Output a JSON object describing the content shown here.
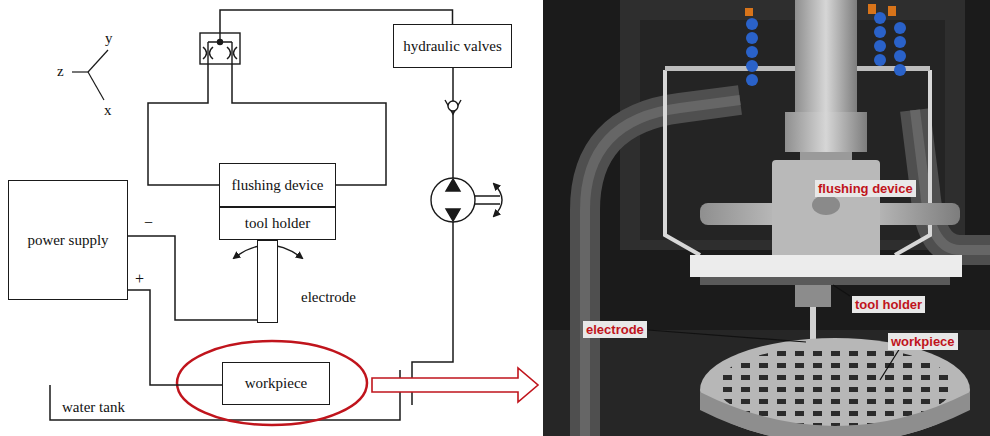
{
  "diagram": {
    "nodes": [
      {
        "text": [
          "hydraulic valves"
        ]
      },
      {
        "text": [
          "flushing device"
        ]
      },
      {
        "text": [
          "tool holder"
        ]
      },
      {
        "text": [
          "power supply"
        ]
      },
      {
        "text": [
          "electrode"
        ]
      },
      {
        "text": [
          "workpiece"
        ]
      }
    ],
    "edges": [
      {
        "from": 3,
        "to": 4,
        "label": "−",
        "arrow": "none"
      },
      {
        "from": 3,
        "to": 5,
        "label": "+",
        "arrow": "none"
      },
      {
        "from": 1,
        "to": 0,
        "arrow": "none"
      }
    ],
    "labels": [
      "z",
      "y",
      "x",
      "water tank",
      "flushing device",
      "electrode",
      "tool holder",
      "workpiece"
    ]
  }
}
